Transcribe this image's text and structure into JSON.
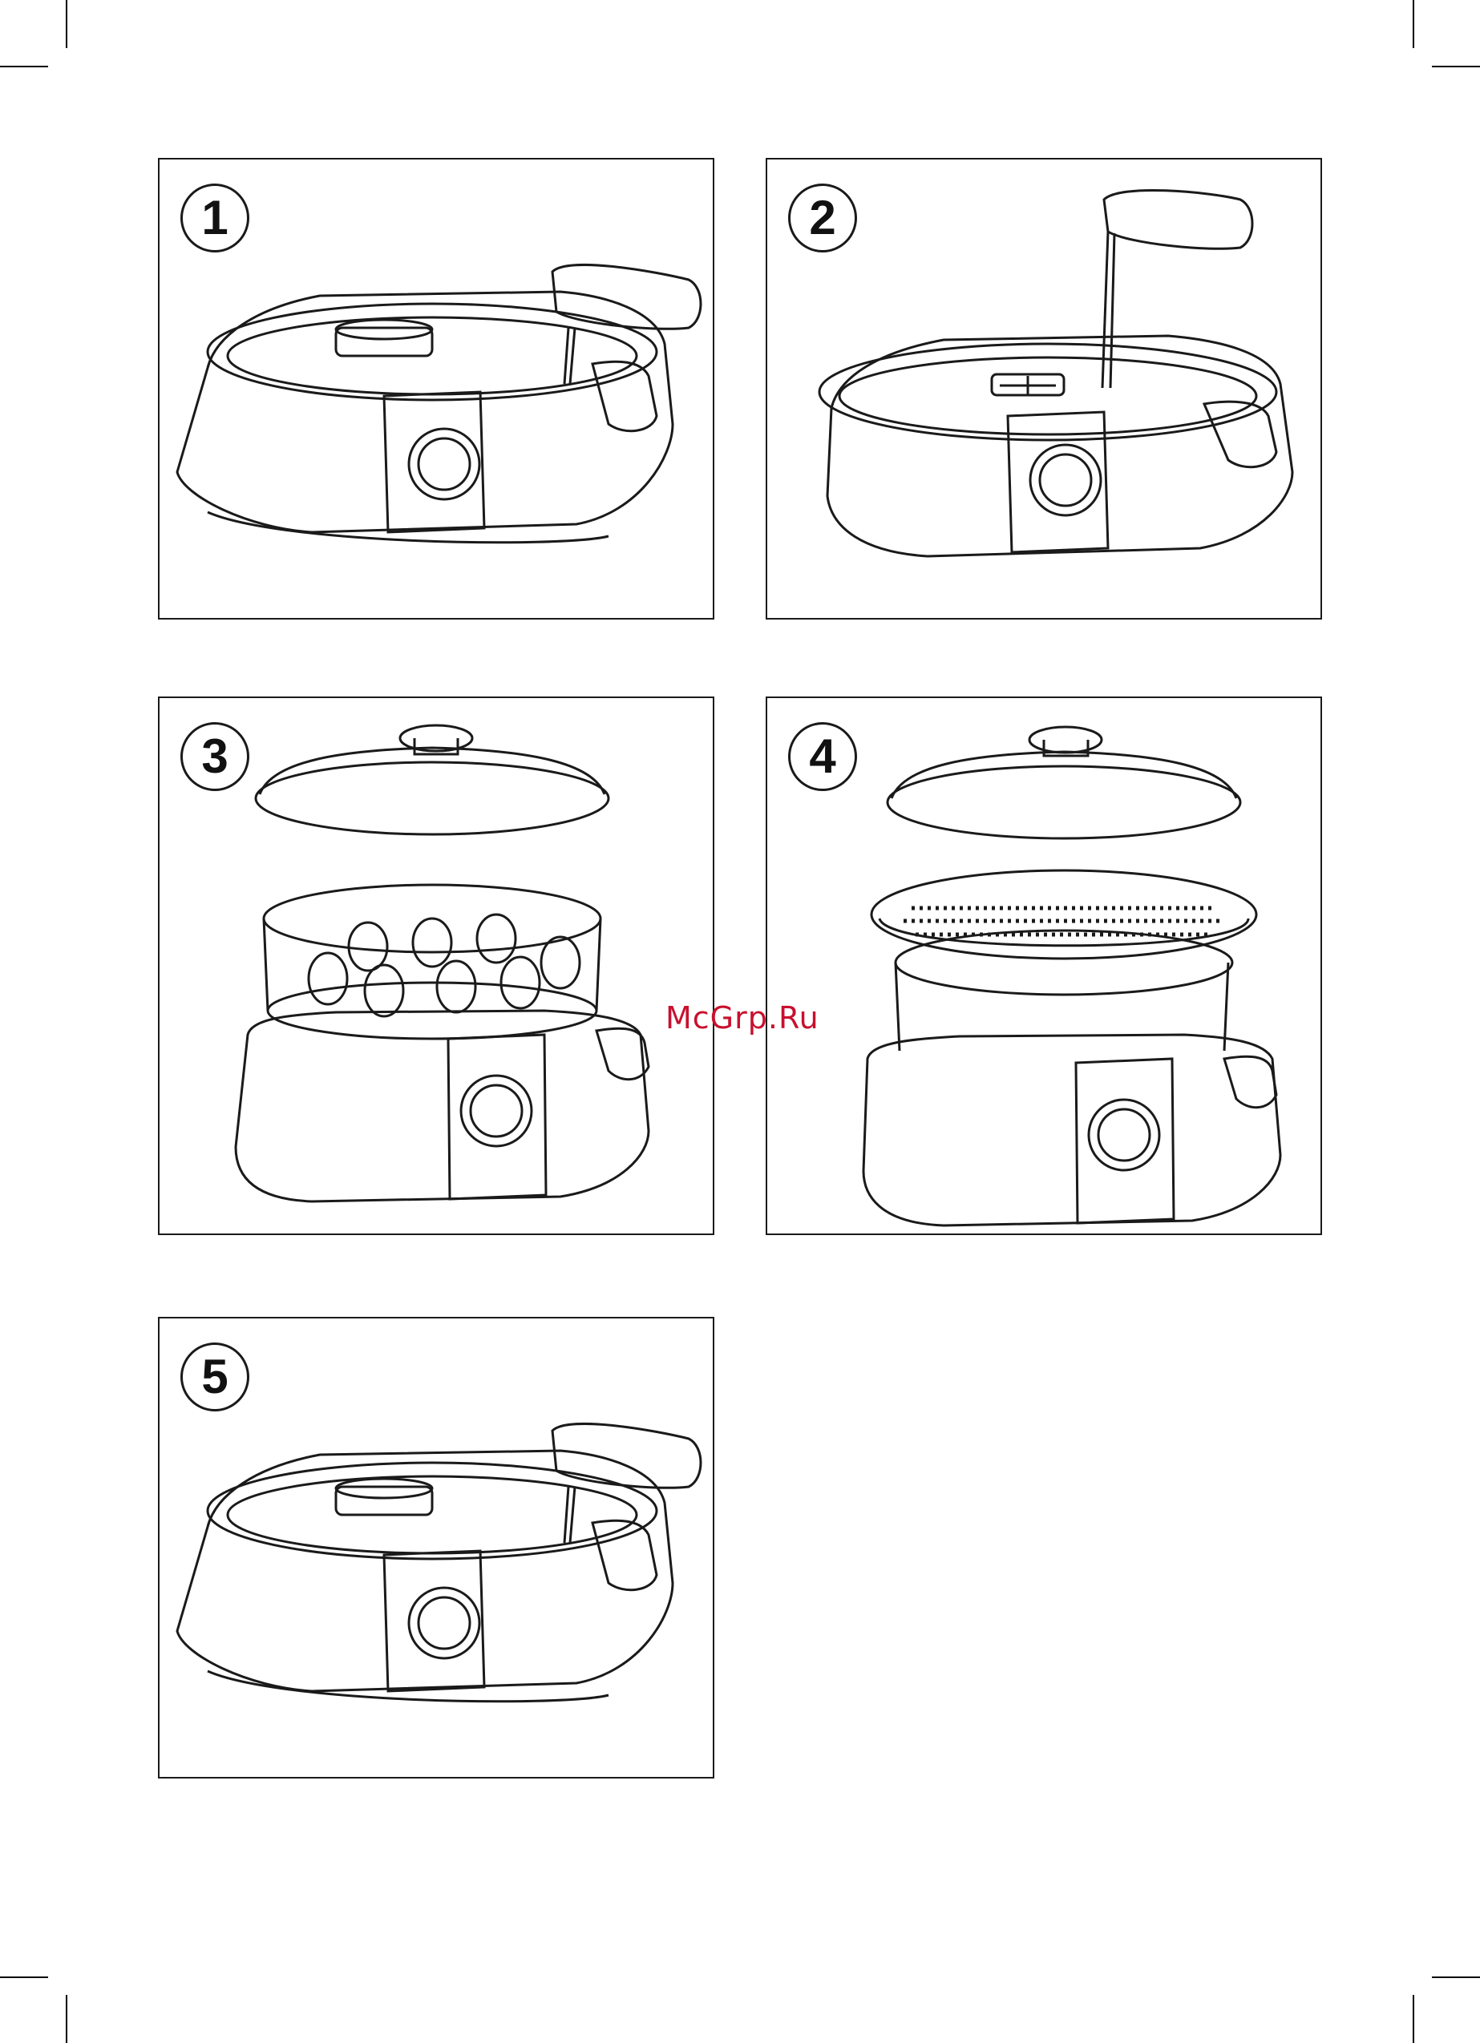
{
  "page": {
    "background": "#ffffff",
    "line_color": "#1a1a1a"
  },
  "steps": [
    {
      "number": "1",
      "illustration": "pour-water-into-base"
    },
    {
      "number": "2",
      "illustration": "pour-water-through-funnel"
    },
    {
      "number": "3",
      "illustration": "eggs-in-steamer-basket"
    },
    {
      "number": "4",
      "illustration": "rice-bowl-in-steamer"
    },
    {
      "number": "5",
      "illustration": "pour-water-into-base"
    }
  ],
  "watermark": {
    "text": "McGrp.Ru",
    "color": "#c8102e"
  }
}
